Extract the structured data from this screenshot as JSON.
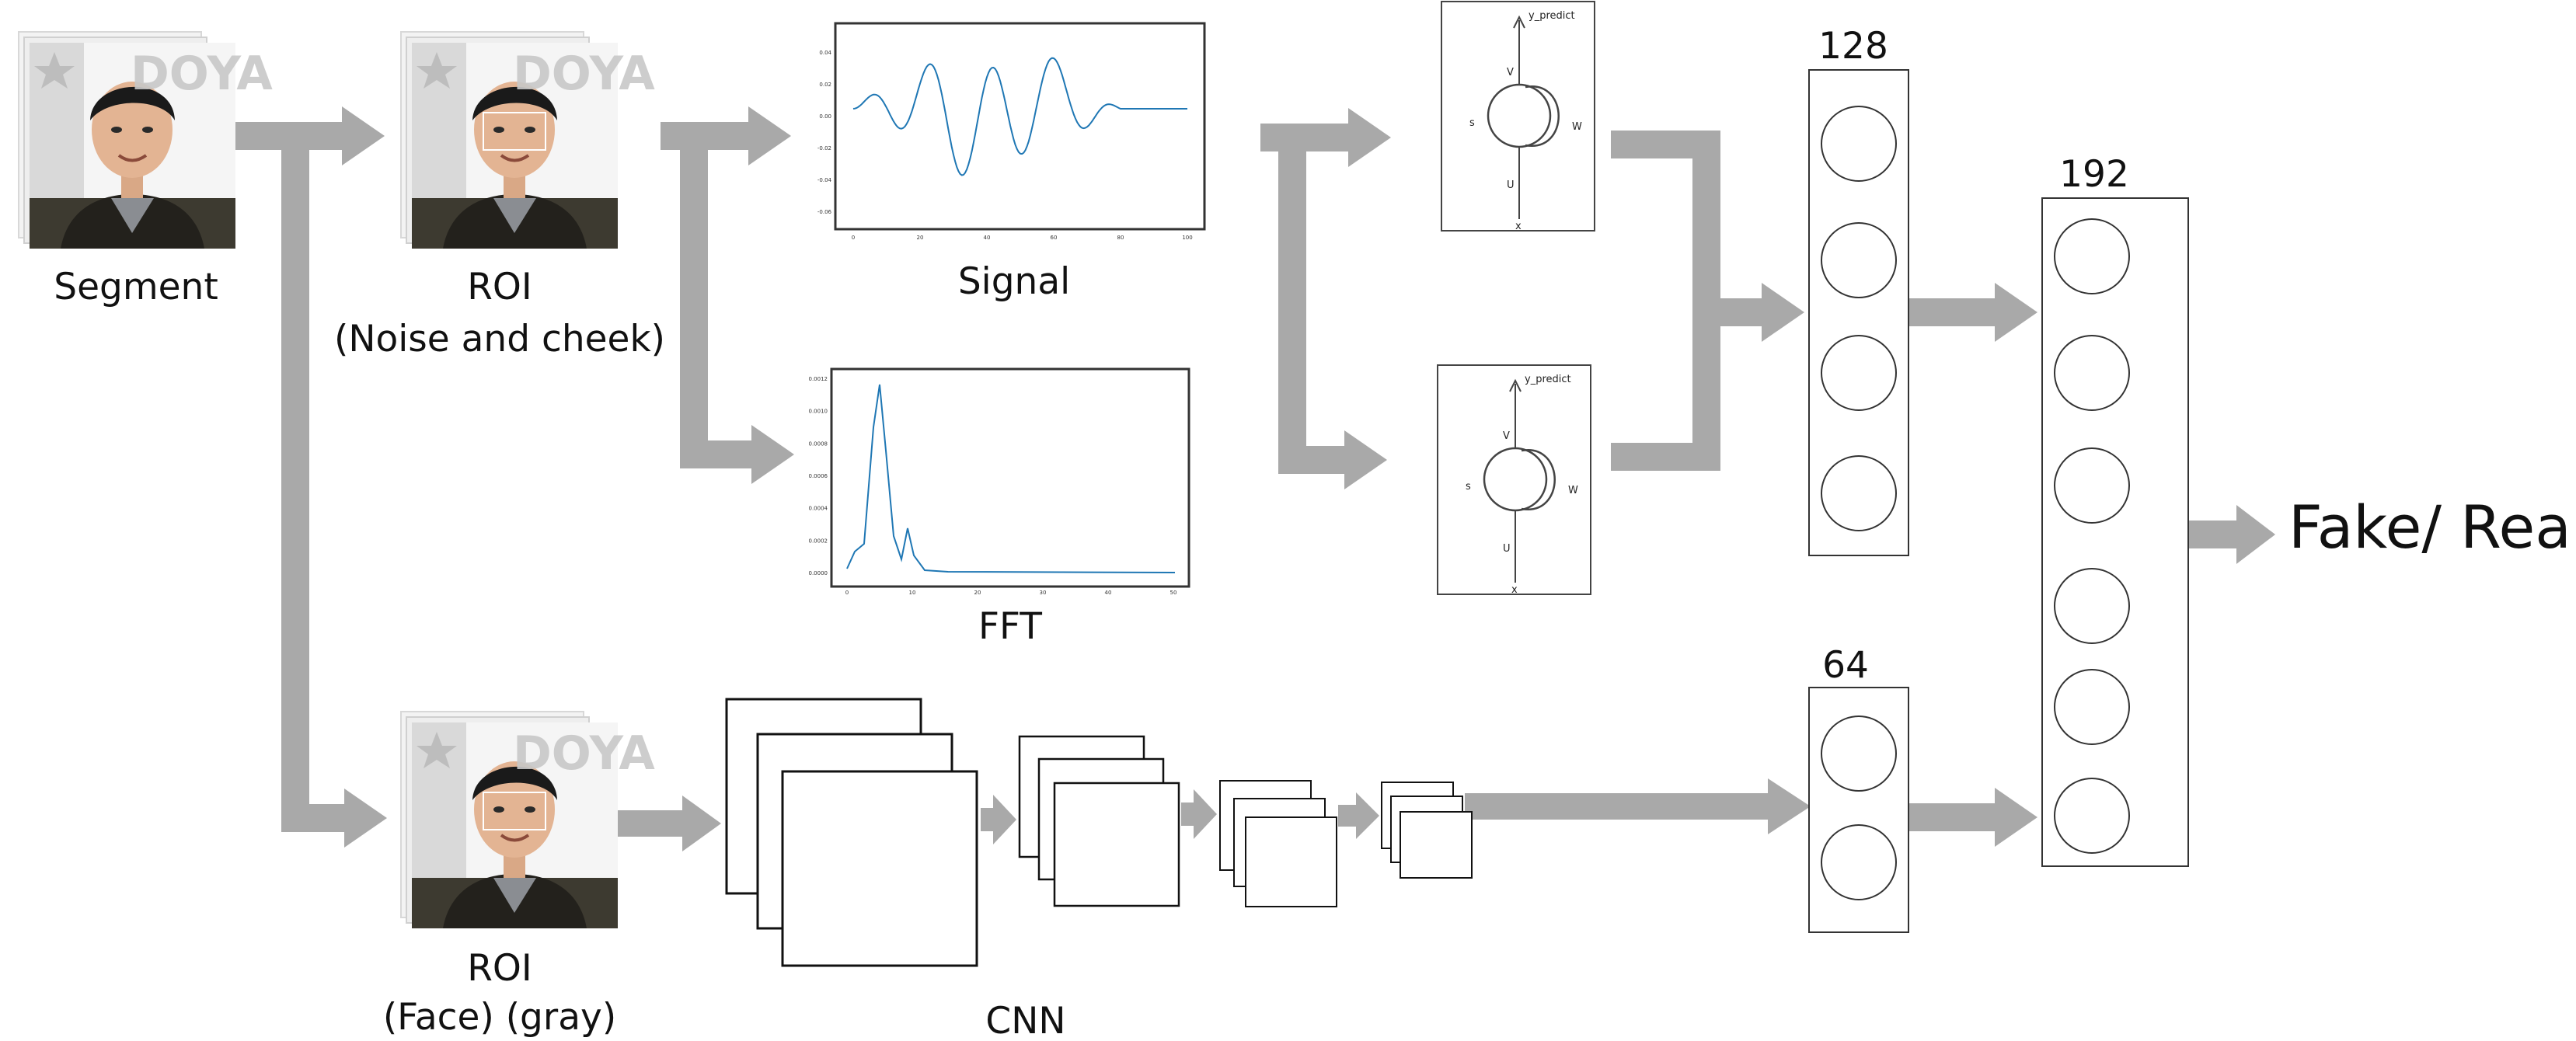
{
  "labels": {
    "segment": "Segment",
    "roi_nc_1": "ROI",
    "roi_nc_2": "(Noise and cheek)",
    "signal": "Signal",
    "fft": "FFT",
    "roi_face_1": "ROI",
    "roi_face_2": "(Face) (gray)",
    "cnn": "CNN",
    "layer_128": "128",
    "layer_192": "192",
    "layer_64": "64",
    "output": "Fake/ Real"
  },
  "rnn_cell": {
    "y_label": "y_predict",
    "v": "V",
    "w": "W",
    "s": "s",
    "u": "U",
    "x": "x"
  },
  "photo_watermark": "DOYA",
  "signal_plot": {
    "y_ticks": [
      "0.04",
      "0.02",
      "0.00",
      "-0.02",
      "-0.04",
      "-0.06"
    ],
    "x_ticks": [
      "0",
      "20",
      "40",
      "60",
      "80",
      "100"
    ]
  },
  "fft_plot": {
    "y_ticks": [
      "0.0012",
      "0.0010",
      "0.0008",
      "0.0006",
      "0.0004",
      "0.0002",
      "0.0000"
    ],
    "x_ticks": [
      "0",
      "10",
      "20",
      "30",
      "40",
      "50"
    ]
  },
  "colors": {
    "arrow": "#a9a9a9",
    "line": "#1f77b4",
    "box": "#444444"
  }
}
